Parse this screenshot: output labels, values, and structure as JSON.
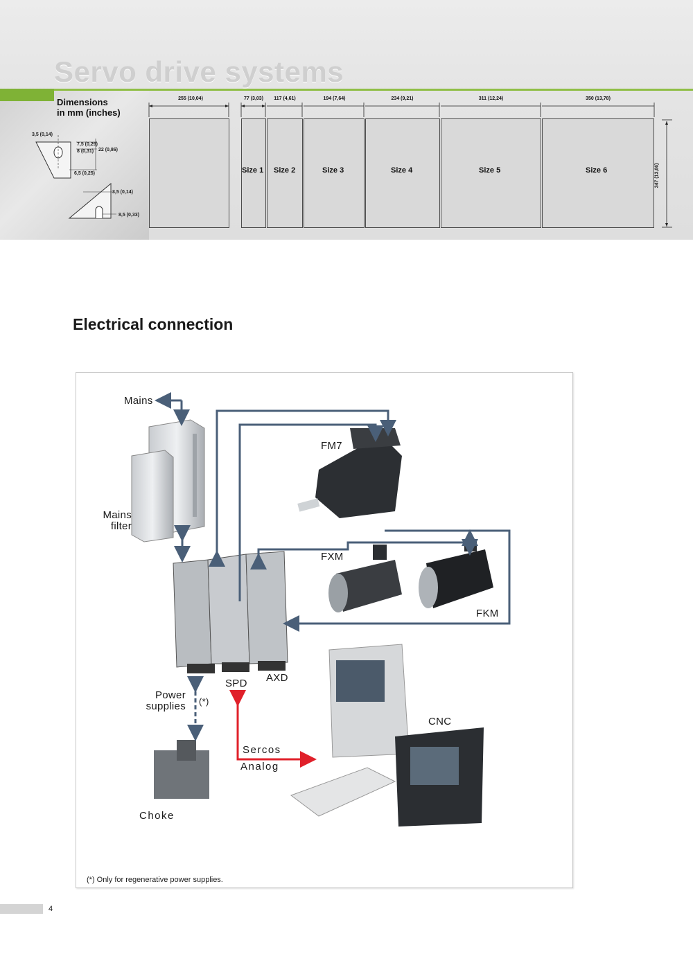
{
  "header": {
    "title": "Servo drive systems",
    "dimensions_title_line1": "Dimensions",
    "dimensions_title_line2": "in mm (inches)"
  },
  "mount_detail": {
    "labels": [
      "3,5 (0,14)",
      "7,5 (0,29)",
      "8 (0,31)",
      "22 (0,86)",
      "6,5 (0,25)",
      "3,5 (0,14)",
      "8,5 (0,33)"
    ]
  },
  "sizes": {
    "widths": [
      "255 (10,04)",
      "77 (3,03)",
      "117 (4,61)",
      "194 (7,64)",
      "234 (9,21)",
      "311 (12,24)",
      "350 (13,78)"
    ],
    "panels": [
      "Size 1",
      "Size 2",
      "Size 3",
      "Size 4",
      "Size 5",
      "Size 6"
    ],
    "height": "347 (13,66)"
  },
  "section": {
    "title": "Electrical connection"
  },
  "diagram": {
    "mains": "Mains",
    "mains_filter_line1": "Mains",
    "mains_filter_line2": "filter",
    "fm7": "FM7",
    "fxm": "FXM",
    "fkm": "FKM",
    "spd": "SPD",
    "axd": "AXD",
    "power_supplies_line1": "Power",
    "power_supplies_line2": "supplies",
    "regen_mark": "(*)",
    "sercos": "Sercos",
    "analog": "Analog",
    "cnc": "CNC",
    "choke": "Choke",
    "footnote": "(*) Only for regenerative power supplies."
  },
  "colors": {
    "accent_green": "#7fb236",
    "wire_blue": "#4a5f78",
    "signal_red": "#e0202a"
  },
  "page_number": "4"
}
